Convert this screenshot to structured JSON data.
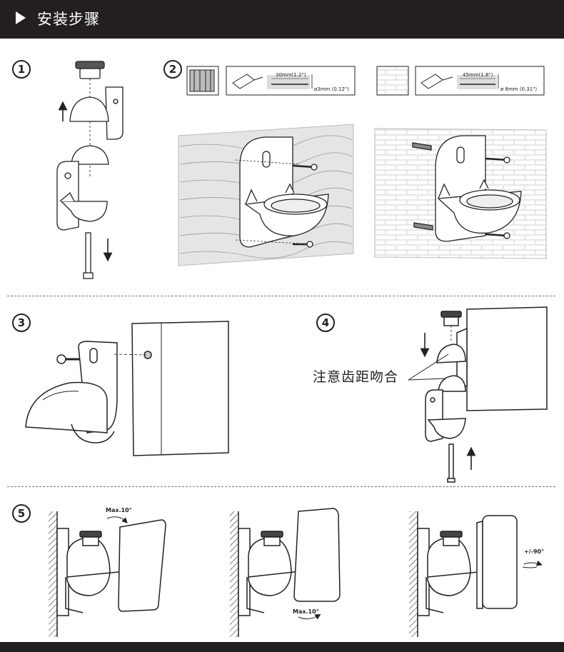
{
  "header": {
    "title": "安装步骤"
  },
  "steps": [
    "1",
    "2",
    "3",
    "4",
    "5"
  ],
  "step2": {
    "wood_drill": {
      "length": "30mm(1.2\")",
      "diameter": "ø3mm (0.12\")"
    },
    "brick_drill": {
      "length": "45mm(1.8\")",
      "diameter": "ø 8mm (0.31\")"
    }
  },
  "step4": {
    "note": "注意齿距吻合"
  },
  "step5": {
    "tilt_up": "Max.10°",
    "tilt_down": "Max.10°",
    "rotate": "+/-90°"
  }
}
